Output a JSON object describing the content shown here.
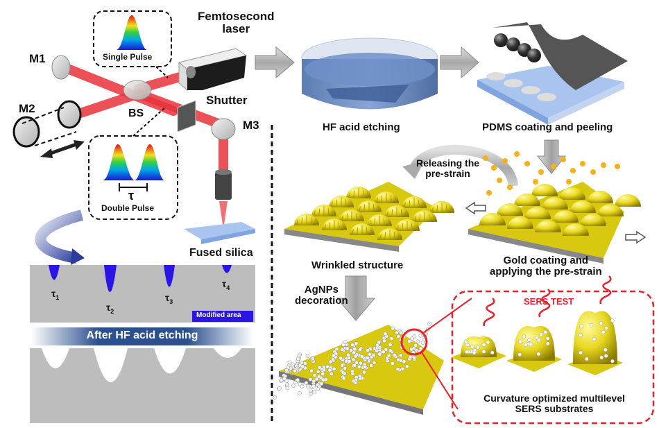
{
  "setup": {
    "laser_label": [
      "Femtosecond",
      "laser"
    ],
    "mirror_labels": [
      "M1",
      "M2",
      "M3"
    ],
    "beam_splitter_label": "BS",
    "shutter_label": "Shutter",
    "single_pulse_label": "Single Pulse",
    "double_pulse_label": "Double Pulse",
    "delay_symbol": "τ",
    "sample_label": "Fused silica"
  },
  "modification": {
    "tau_labels": [
      "τ",
      "τ",
      "τ",
      "τ"
    ],
    "tau_subscripts": [
      "1",
      "2",
      "3",
      "4"
    ],
    "legend_label": "Modified area",
    "etching_banner": "After HF acid etching"
  },
  "process": {
    "step_hf": "HF acid etching",
    "step_pdms": "PDMS coating and peeling",
    "step_release": [
      "Releasing the",
      "pre-strain"
    ],
    "step_gold": [
      "Gold coating and",
      "applying the pre-strain"
    ],
    "step_wrinkled": "Wrinkled structure",
    "step_agnps": [
      "AgNPs",
      "decoration"
    ],
    "sers_test": "SERS TEST",
    "result_caption": [
      "Curvature optimized multilevel",
      "SERS substrates"
    ]
  },
  "colors": {
    "beam": "#e8333a",
    "modified": "#2a14e6",
    "silica_gray": "#bdbdbd",
    "gold": "#e6d21a",
    "accent_red": "#e8222a",
    "banner_blue": "#2c4f8f"
  }
}
